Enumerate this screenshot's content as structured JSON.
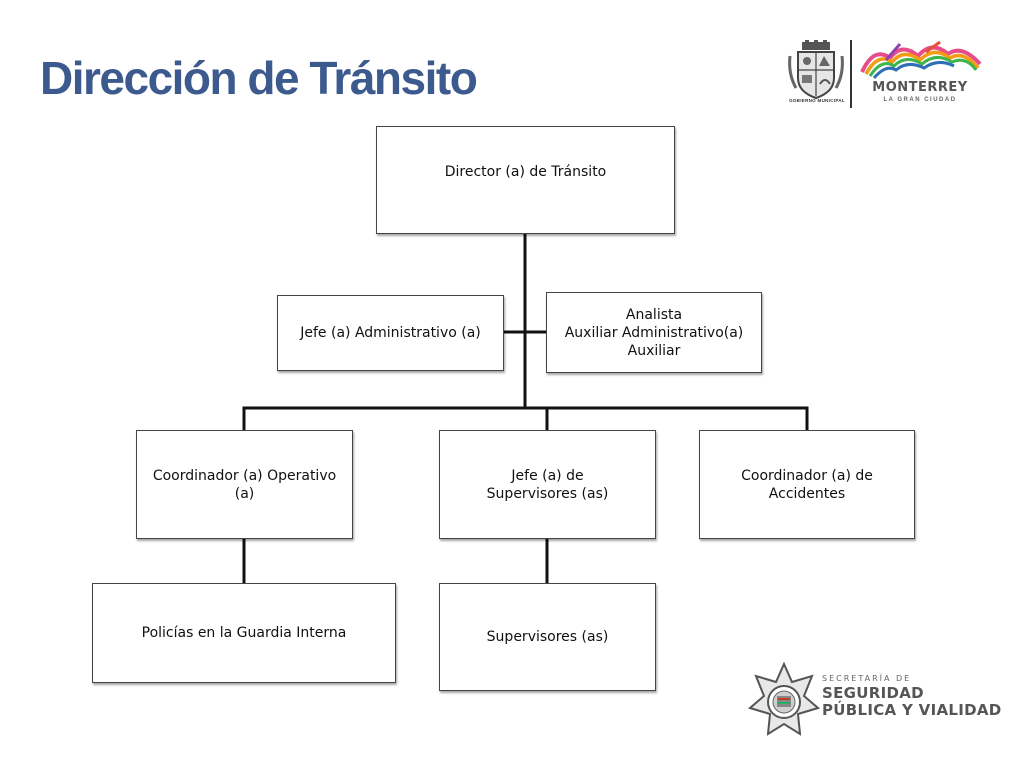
{
  "slide": {
    "title": "Dirección de Tránsito"
  },
  "header_logo": {
    "caption": "GOBIERNO MUNICIPAL",
    "city": "MONTERREY",
    "tagline": "LA GRAN CIUDAD",
    "colors": [
      "#e84c8b",
      "#f39c12",
      "#3db54a",
      "#2f6fb7",
      "#8e44ad",
      "#e74c3c"
    ]
  },
  "org_chart": {
    "director": "Director (a) de Tránsito",
    "staff_left": "Jefe (a) Administrativo (a)",
    "staff_right": "Analista\nAuxiliar Administrativo(a)\nAuxiliar",
    "operativo": "Coordinador (a) Operativo (a)",
    "jefe_supervisores": "Jefe (a) de\nSupervisores (as)",
    "accidentes": "Coordinador (a) de\nAccidentes",
    "policias": "Policías en la Guardia Interna",
    "supervisores": "Supervisores (as)"
  },
  "footer_logo": {
    "small_text": "SECRETARÍA DE",
    "line1": "SEGURIDAD",
    "line2": "PÚBLICA Y VIALIDAD"
  }
}
